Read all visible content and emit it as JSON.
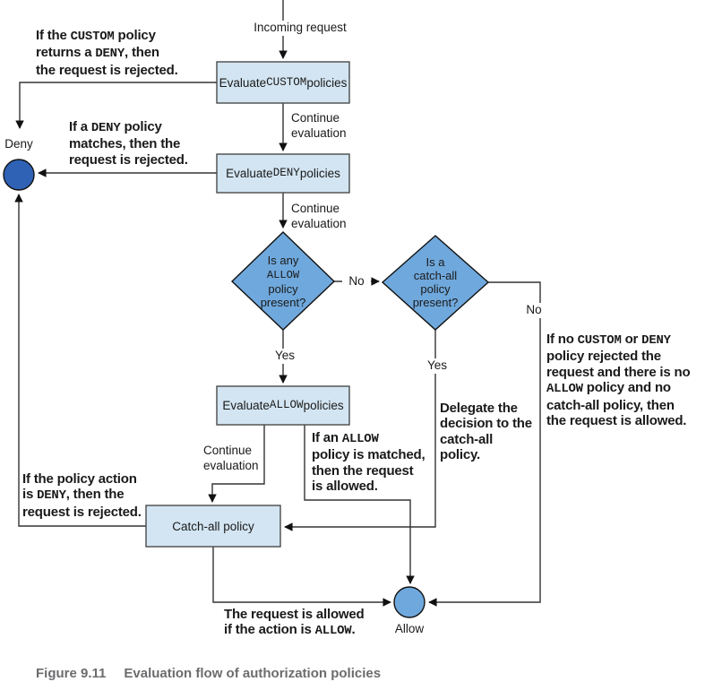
{
  "colors": {
    "node_fill": "#d3e5f2",
    "node_border": "#4a4a4a",
    "diamond_fill": "#6fa8dc",
    "deny_fill": "#2f62b5",
    "allow_fill": "#6fa8dc",
    "line": "#333333",
    "text": "#1a1a1a",
    "caption": "#6b6c6e"
  },
  "labels": {
    "incoming_request": "Incoming request",
    "continue1": [
      [
        "Continue"
      ],
      [
        "evaluation"
      ]
    ],
    "continue2": [
      [
        "Continue"
      ],
      [
        "evaluation"
      ]
    ],
    "continue3": [
      [
        "Continue"
      ],
      [
        "evaluation"
      ]
    ],
    "deny": "Deny",
    "allow": "Allow",
    "no1": "No",
    "no2": "No",
    "yes1": "Yes",
    "yes2": "Yes"
  },
  "nodes": {
    "evaluate_custom": [
      [
        "Evaluate ",
        {
          "t": "CUSTOM",
          "m": true
        }
      ],
      [
        "policies"
      ]
    ],
    "evaluate_deny": [
      [
        "Evaluate ",
        {
          "t": "DENY",
          "m": true
        }
      ],
      [
        "policies"
      ]
    ],
    "evaluate_allow": [
      [
        "Evaluate ",
        {
          "t": "ALLOW",
          "m": true
        }
      ],
      [
        "policies"
      ]
    ],
    "catch_all": [
      [
        "Catch-all policy"
      ]
    ],
    "diamond_allow_present": [
      [
        "Is any"
      ],
      [
        {
          "t": "ALLOW",
          "m": true
        }
      ],
      [
        "policy"
      ],
      [
        "present?"
      ]
    ],
    "diamond_catchall_present": [
      [
        "Is a"
      ],
      [
        "catch-all"
      ],
      [
        "policy"
      ],
      [
        "present?"
      ]
    ]
  },
  "annotations": {
    "custom_deny": [
      [
        "If the ",
        {
          "t": "CUSTOM",
          "m": true
        },
        " policy"
      ],
      [
        "returns a ",
        {
          "t": "DENY",
          "m": true
        },
        ", then"
      ],
      [
        "the request is rejected."
      ]
    ],
    "deny_matches": [
      [
        "If a ",
        {
          "t": "DENY",
          "m": true
        },
        " policy"
      ],
      [
        "matches, then the"
      ],
      [
        "request is rejected."
      ]
    ],
    "policy_action_deny": [
      [
        "If the policy action"
      ],
      [
        "is ",
        {
          "t": "DENY",
          "m": true
        },
        ", then the"
      ],
      [
        "request is rejected."
      ]
    ],
    "allow_matched": [
      [
        "If an ",
        {
          "t": "ALLOW",
          "m": true
        }
      ],
      [
        "policy is matched,"
      ],
      [
        "then the request"
      ],
      [
        "is allowed."
      ]
    ],
    "delegate": [
      [
        "Delegate the"
      ],
      [
        "decision to the"
      ],
      [
        "catch-all"
      ],
      [
        "policy."
      ]
    ],
    "no_policies": [
      [
        "If no ",
        {
          "t": "CUSTOM",
          "m": true
        },
        " or ",
        {
          "t": "DENY",
          "m": true
        }
      ],
      [
        "policy rejected the"
      ],
      [
        "request and there is no"
      ],
      [
        {
          "t": "ALLOW",
          "m": true
        },
        " policy and no"
      ],
      [
        "catch-all policy, then"
      ],
      [
        "the request is allowed."
      ]
    ],
    "request_allowed": [
      [
        "The request is allowed"
      ],
      [
        "if the action is ",
        {
          "t": "ALLOW",
          "m": true
        },
        "."
      ]
    ]
  },
  "caption": {
    "figure": "Figure 9.11",
    "text": "Evaluation flow of authorization policies"
  }
}
